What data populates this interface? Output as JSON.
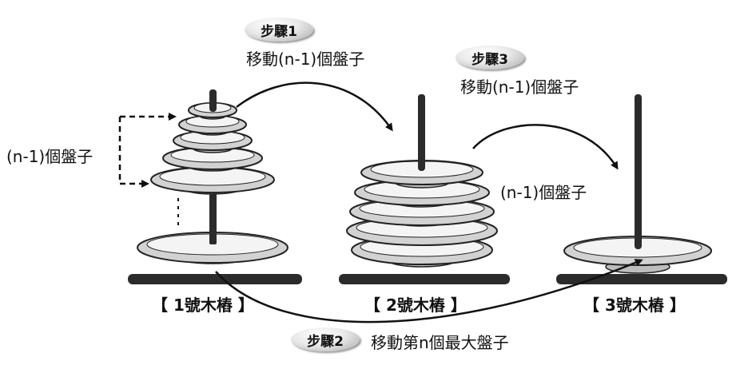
{
  "step1": {
    "badge": "步驟1",
    "text": "移動(n-1)個盤子"
  },
  "step2": {
    "badge": "步驟2",
    "text": "移動第n個最大盤子"
  },
  "step3": {
    "badge": "步驟3",
    "text": "移動(n-1)個盤子"
  },
  "peg1_label": "【 1號木樁 】",
  "peg2_label": "【 2號木樁 】",
  "peg3_label": "【 3號木樁 】",
  "brace_label": "(n-1)個盤子",
  "stack_label": "(n-1)個盤子",
  "colors": {
    "disk_outer": "#d2d2d2",
    "disk_ring": "#f4f4f4",
    "peg": "#2b2b2b",
    "arrow": "#111111"
  }
}
